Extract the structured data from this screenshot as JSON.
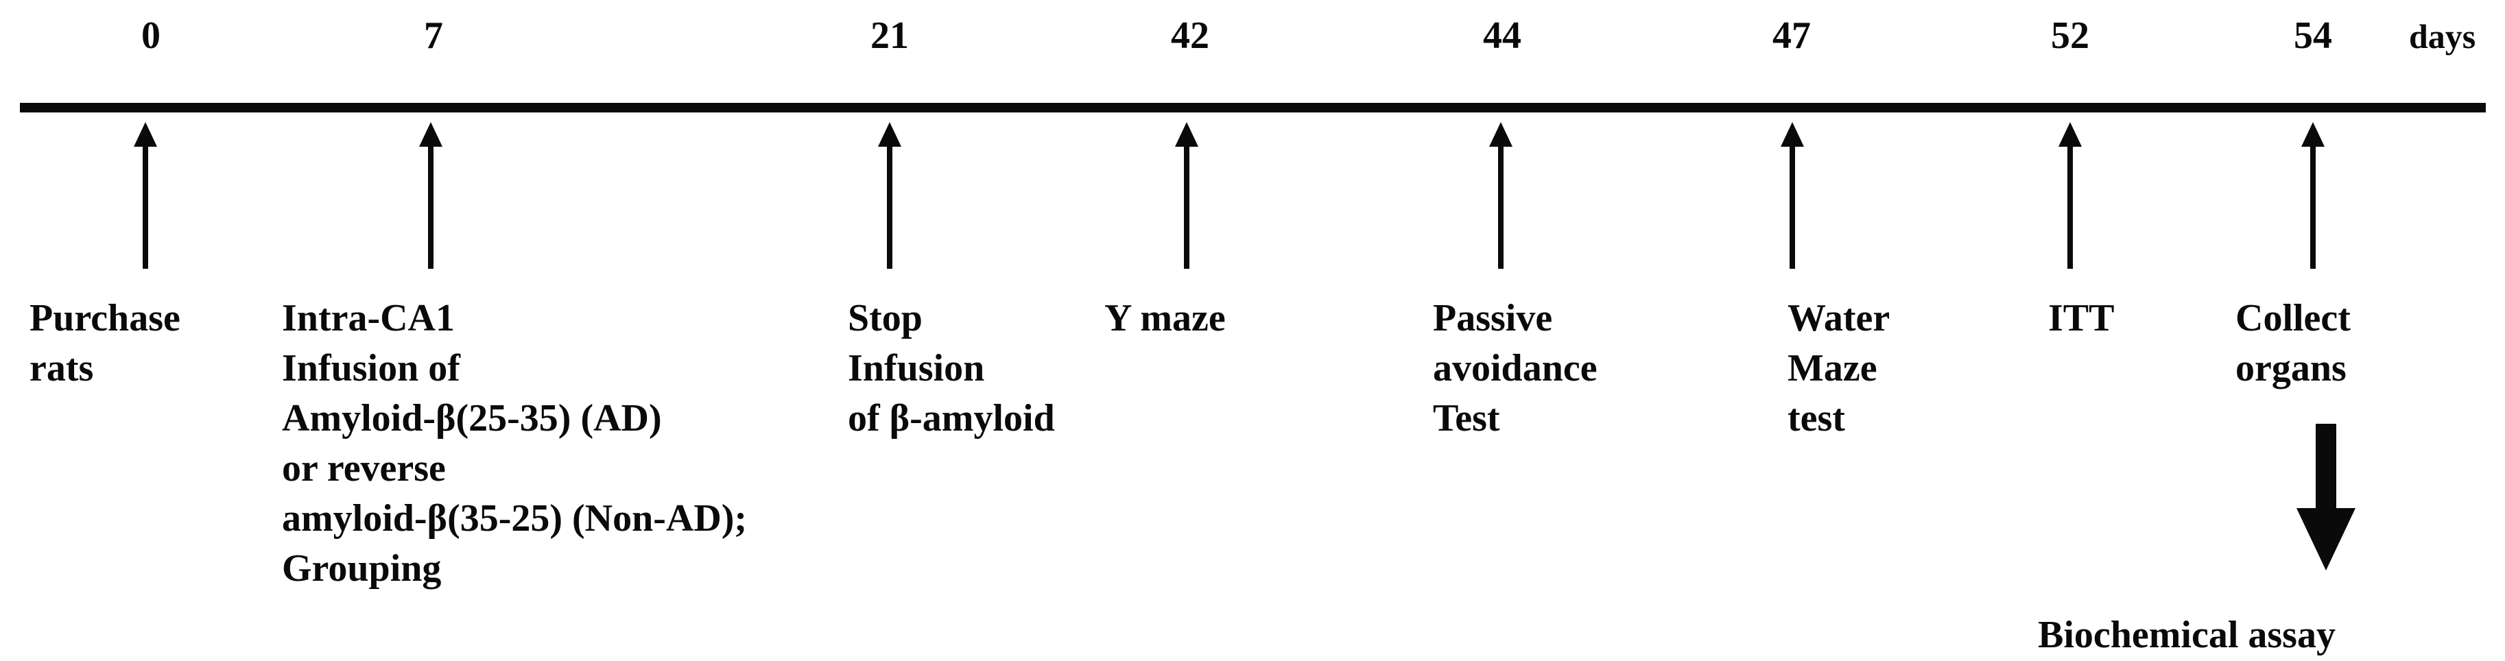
{
  "figure": {
    "type": "experimental-timeline",
    "axis_unit_label": "days",
    "colors": {
      "foreground": "#0a0a0a",
      "background": "#ffffff"
    },
    "events": [
      {
        "day": "0",
        "label_lines": [
          "Purchase",
          "rats"
        ]
      },
      {
        "day": "7",
        "label_lines": [
          "Intra-CA1",
          "Infusion of",
          "Amyloid-β(25-35) (AD)",
          "or reverse",
          "amyloid-β(35-25) (Non-AD);",
          "Grouping"
        ]
      },
      {
        "day": "21",
        "label_lines": [
          "Stop",
          "Infusion",
          "of β-amyloid"
        ]
      },
      {
        "day": "42",
        "label_lines": [
          "Y maze"
        ]
      },
      {
        "day": "44",
        "label_lines": [
          "Passive",
          "avoidance",
          "Test"
        ]
      },
      {
        "day": "47",
        "label_lines": [
          "Water",
          "Maze",
          "test"
        ]
      },
      {
        "day": "52",
        "label_lines": [
          "ITT"
        ]
      },
      {
        "day": "54",
        "label_lines": [
          "Collect",
          "organs"
        ]
      }
    ],
    "outcome": {
      "label": "Biochemical assay"
    }
  }
}
